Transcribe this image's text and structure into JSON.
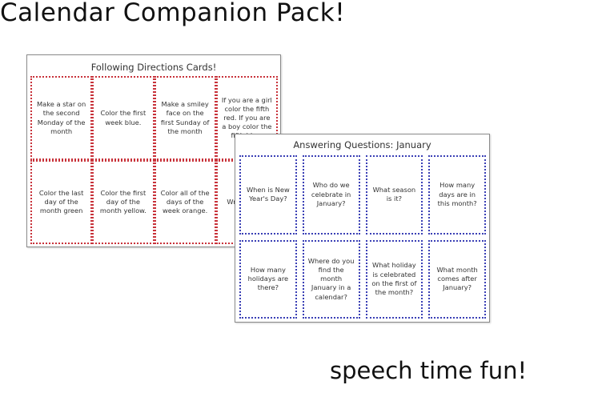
{
  "title": "Calendar Companion Pack!",
  "footer": "speech time fun!",
  "colors": {
    "red_border": "#c8323a",
    "blue_border": "#3a3fb5"
  },
  "directions_sheet": {
    "title": "Following Directions Cards!",
    "cards": [
      "Make a star on the second Monday of the month",
      "Color the first week blue.",
      "Make a smiley face on the first Sunday of the month",
      "If you are a girl color the fifth red. If you are a boy color the fifth blue.",
      "Color the last day of the month green",
      "Color the first day of the month yellow.",
      "Color all of the days of the week orange.",
      "Write above"
    ]
  },
  "questions_sheet": {
    "title": "Answering Questions: January",
    "cards": [
      "When is New Year's Day?",
      "Who do we celebrate in January?",
      "What season is it?",
      "How many days are in this month?",
      "How many holidays are there?",
      "Where do you find the month January in a calendar?",
      "What holiday is celebrated on the first of the month?",
      "What month comes after January?"
    ]
  }
}
